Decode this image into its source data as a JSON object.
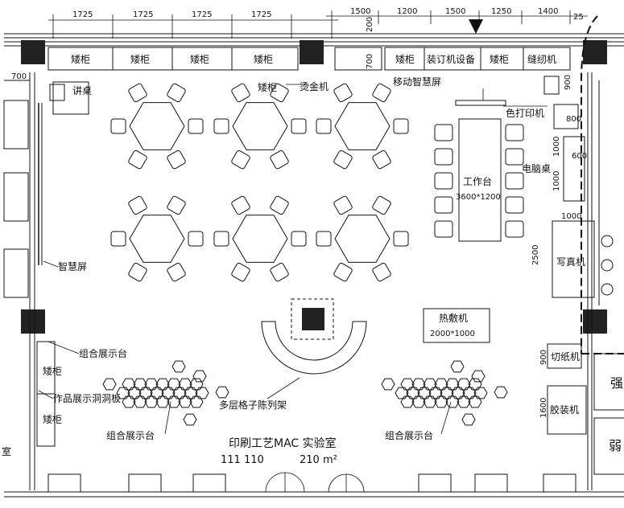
{
  "dims_top_left": [
    "1725",
    "1725",
    "1725",
    "1725"
  ],
  "dims_top_right": [
    "1500",
    "1200",
    "1500",
    "1250",
    "1400",
    "25"
  ],
  "dim_700_left": "700",
  "dim_200": "200",
  "dim_700_mid": "700",
  "dim_900_top": "900",
  "dim_800": "800",
  "dim_1000_a": "1000",
  "dim_600": "600",
  "dim_1000_b": "1000",
  "dim_1000_c": "1000",
  "dim_2500": "2500",
  "dim_900_bot": "900",
  "dim_1600": "1600",
  "low_cabinet": "矮柜",
  "binding_machine": "装订机设备",
  "sewing_machine": "缝纫机",
  "lectern": "讲桌",
  "hot_stamping": "烫金机",
  "mobile_screen": "移动智慧屏",
  "color_printer": "色打印机",
  "computer_desk": "电脑桌",
  "workbench": "工作台",
  "workbench_size": "3600*1200",
  "smart_screen": "智慧屏",
  "photo_machine": "写真机",
  "heat_press": "热敷机",
  "heat_press_size": "2000*1000",
  "combo_display": "组合展示台",
  "pegboard": "作品展示洞洞板",
  "grid_rack": "多层格子陈列架",
  "paper_cutter": "切纸机",
  "glue_binder": "胶装机",
  "room_name": "印刷工艺MAC 实验室",
  "room_numbers": "111   110",
  "room_area": "210 m²",
  "right_room_1": "强",
  "right_room_2": "弱",
  "left_room_char": "室"
}
